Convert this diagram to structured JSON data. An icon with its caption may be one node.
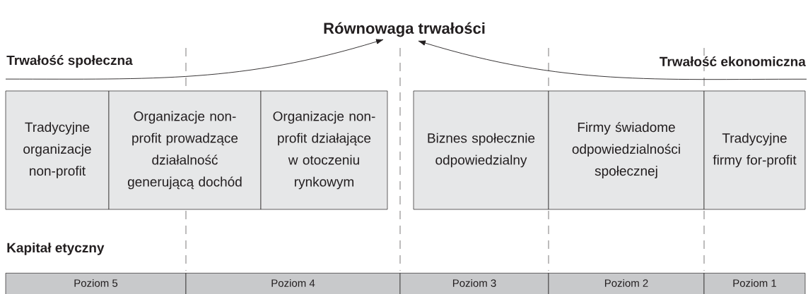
{
  "diagram": {
    "nodes": [
      {
        "text": [
          "Równowaga trwałości"
        ]
      },
      {
        "text": [
          "Trwałość społeczna"
        ]
      },
      {
        "text": [
          "Trwałość ekonomiczna"
        ]
      },
      {
        "text": [
          "Tradycyjne organizacje non-profit"
        ]
      },
      {
        "text": [
          "Organizacje non-profit prowadzące działalność generującą dochód"
        ]
      },
      {
        "text": [
          "Organizacje non-profit działające w otoczeniu rynkowym"
        ]
      },
      {
        "text": [
          "Biznes społecznie odpowiedzialny"
        ]
      },
      {
        "text": [
          "Firmy świadome odpowiedzialności społecznej"
        ]
      },
      {
        "text": [
          "Tradycyjne firmy for-profit"
        ]
      },
      {
        "text": [
          "Poziom 5"
        ]
      },
      {
        "text": [
          "Poziom 4"
        ]
      },
      {
        "text": [
          "Poziom 3"
        ]
      },
      {
        "text": [
          "Poziom 2"
        ]
      },
      {
        "text": [
          "Poziom 1"
        ]
      }
    ],
    "edges": [
      {
        "from": 1,
        "to": 0,
        "arrow": "to"
      },
      {
        "from": 2,
        "to": 0,
        "arrow": "to"
      }
    ],
    "labels": [
      "Kapitał etyczny"
    ]
  }
}
